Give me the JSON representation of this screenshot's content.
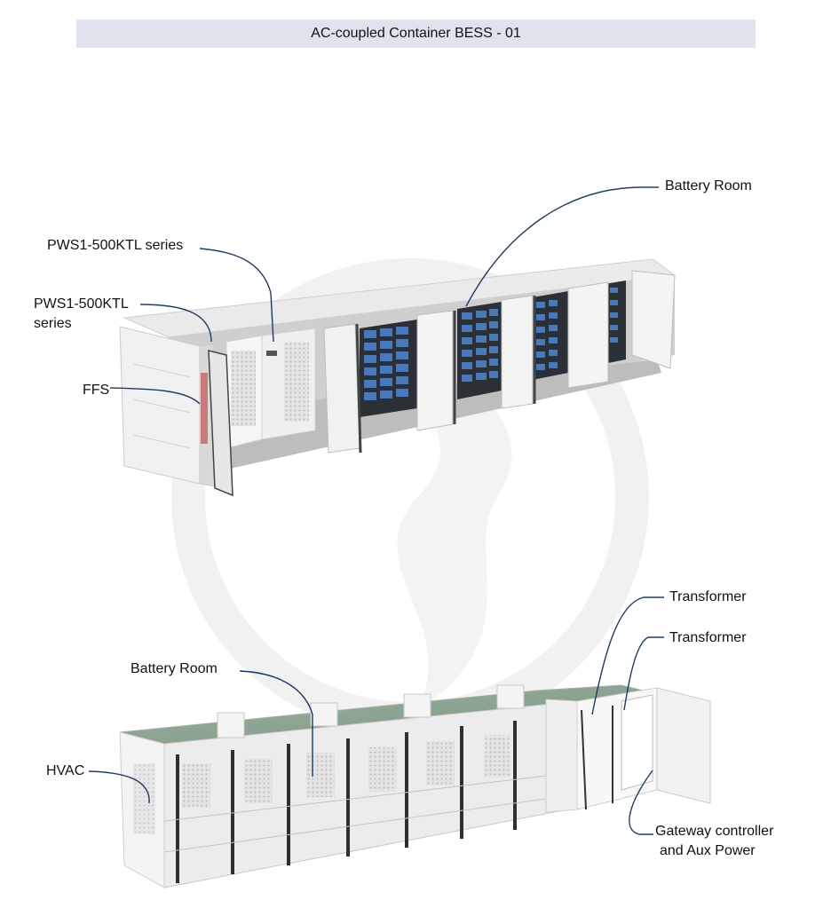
{
  "title": "AC-coupled Container BESS - 01",
  "colors": {
    "leader_line": "#1f3b63",
    "title_bar": "#dfe3ee",
    "battery_module": "#4a78b8"
  },
  "top_container": {
    "labels": {
      "battery_room": "Battery Room",
      "pcs_1": "PWS1-500KTL series",
      "pcs_2_line1": "PWS1-500KTL",
      "pcs_2_line2": "series",
      "ffs": "FFS"
    }
  },
  "bottom_container": {
    "labels": {
      "battery_room": "Battery Room",
      "hvac": "HVAC",
      "transformer_1": "Transformer",
      "transformer_2": "Transformer",
      "gateway_line1": "Gateway controller",
      "gateway_line2": "and Aux Power"
    }
  }
}
